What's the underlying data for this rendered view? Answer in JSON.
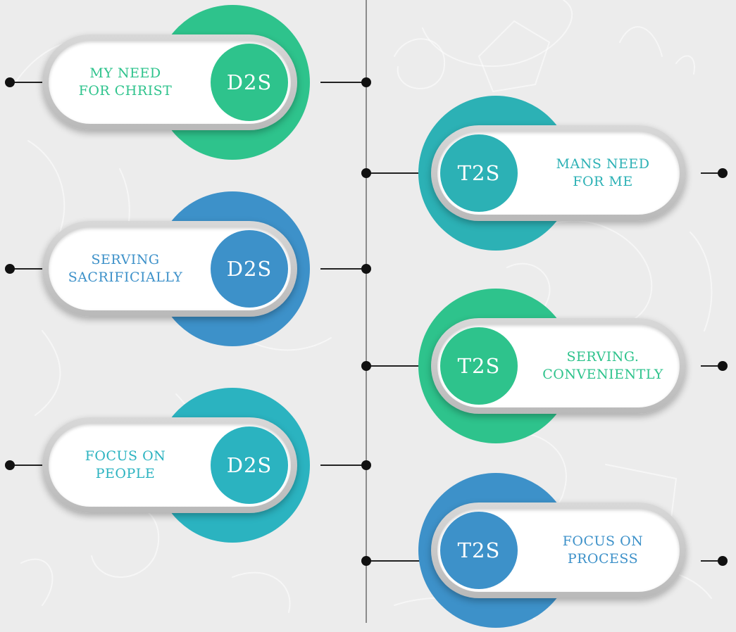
{
  "colors": {
    "green": "#2ec38c",
    "blue": "#3d91c9",
    "teal": "#2bb3c0",
    "teal_green": "#2cb1b5",
    "background": "#ececec",
    "connector": "#222222"
  },
  "left_items": [
    {
      "label": "MY NEED\nFOR CHRIST",
      "badge": "D2S",
      "color": "green"
    },
    {
      "label": "SERVING\nSACRIFICIALLY",
      "badge": "D2S",
      "color": "blue"
    },
    {
      "label": "FOCUS ON\nPEOPLE",
      "badge": "D2S",
      "color": "teal"
    }
  ],
  "right_items": [
    {
      "label": "MANS NEED\nFOR ME",
      "badge": "T2S",
      "color": "teal_green"
    },
    {
      "label": "SERVING.\nCONVENIENTLY",
      "badge": "T2S",
      "color": "green"
    },
    {
      "label": "FOCUS ON\nPROCESS",
      "badge": "T2S",
      "color": "blue"
    }
  ]
}
